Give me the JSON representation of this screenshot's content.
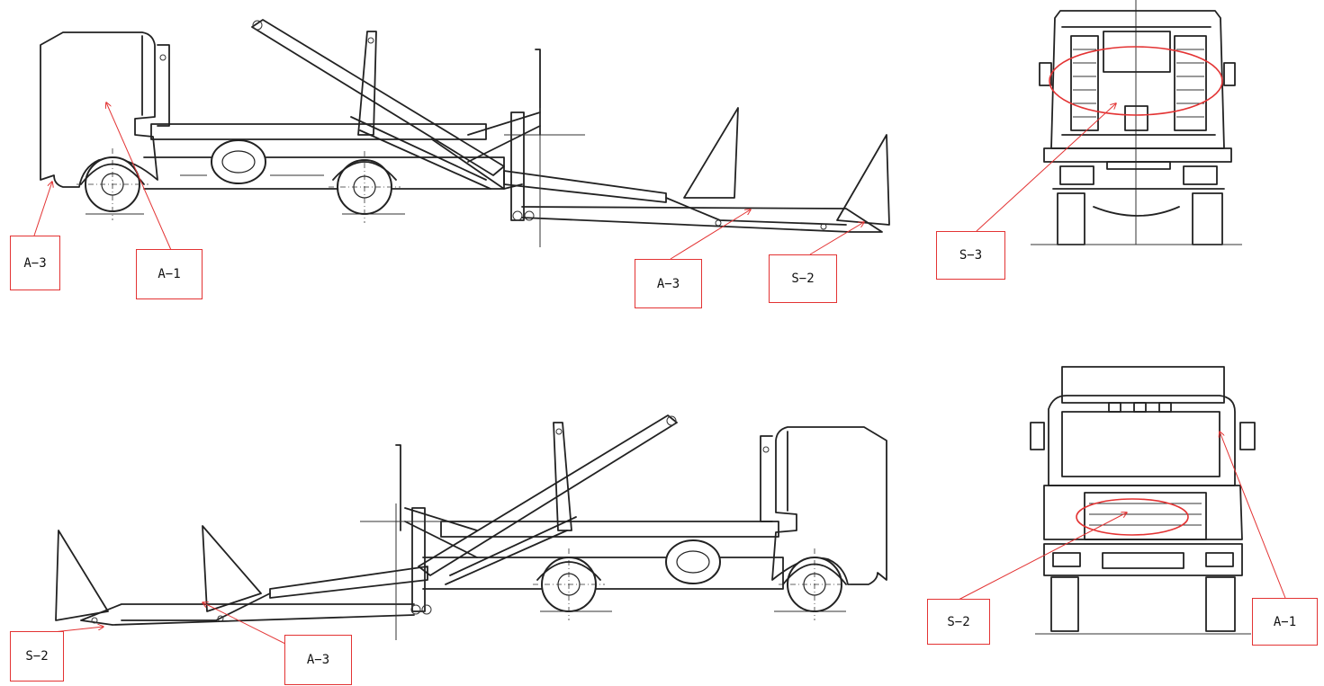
{
  "labels": {
    "l1": "A−3",
    "l2": "A−1",
    "l3": "A−3",
    "l4": "S−2",
    "l5": "S−3",
    "l6": "S−2",
    "l7": "A−3",
    "l8": "S−2",
    "l9": "A−1"
  },
  "colors": {
    "annotation": "#e33333",
    "linework": "#222222"
  }
}
